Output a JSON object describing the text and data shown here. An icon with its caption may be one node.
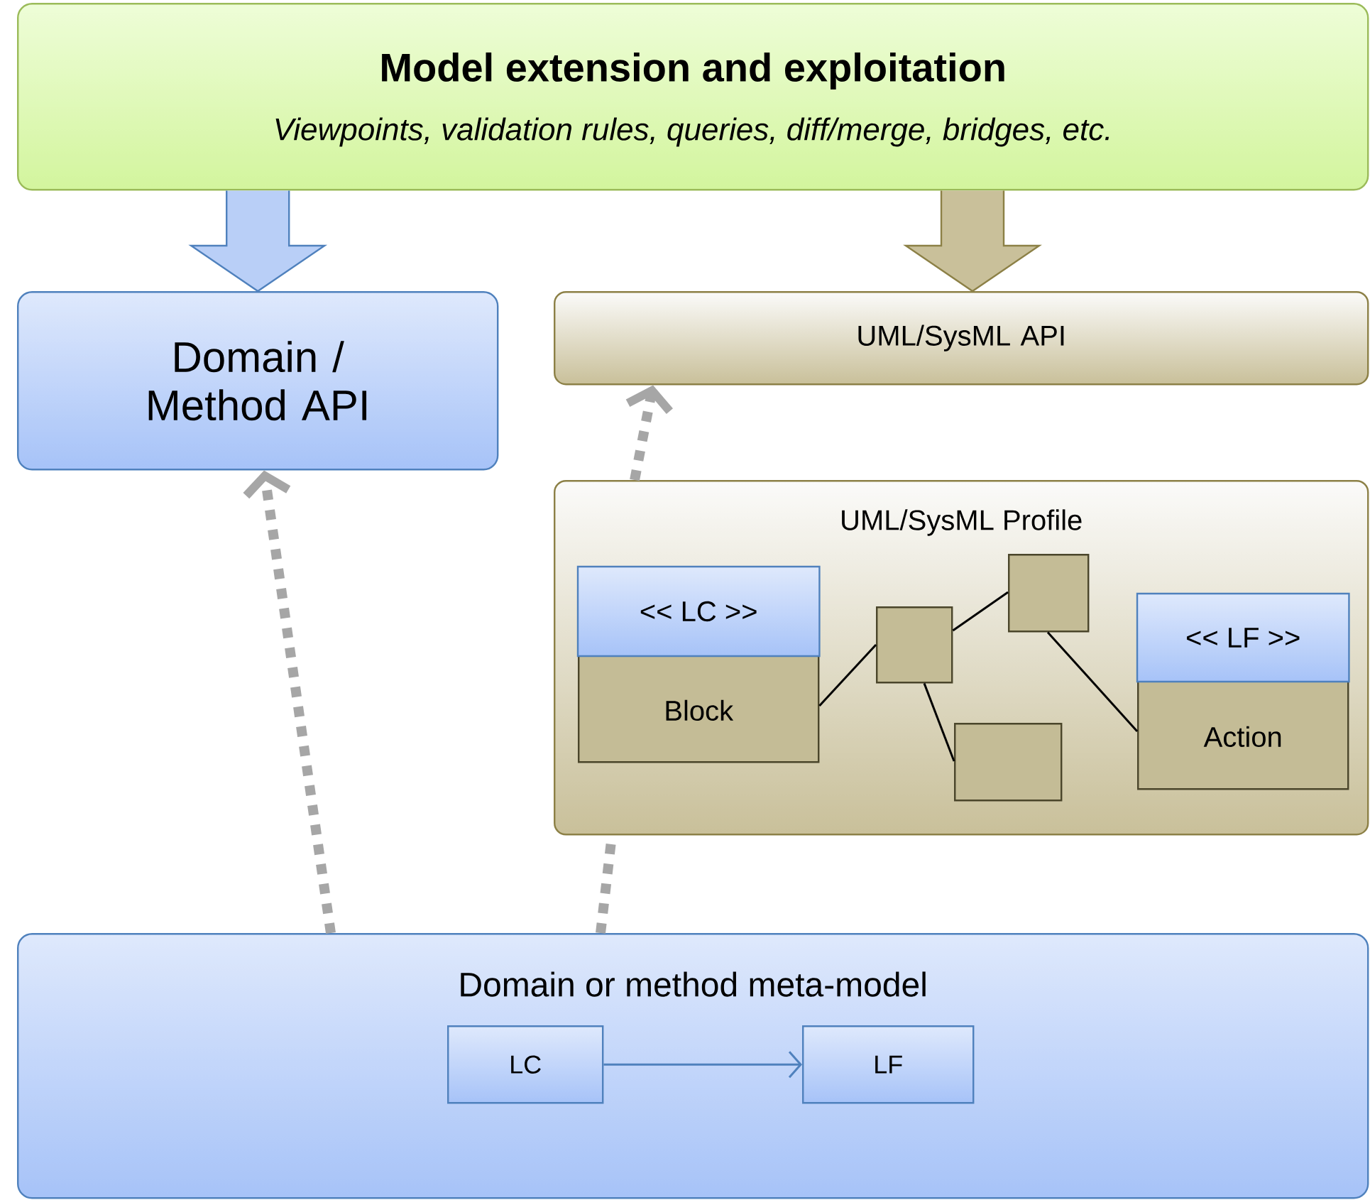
{
  "diagram": {
    "nodes": [
      {
        "text": [
          "Model extension and exploitation",
          "Viewpoints, validation rules, queries, diff/merge, bridges, etc."
        ]
      },
      {
        "text": [
          "Domain / Method API"
        ]
      },
      {
        "text": [
          "UML/SysML API"
        ]
      },
      {
        "text": [
          "UML/SysML Profile"
        ]
      },
      {
        "text": [
          "<< LC >>",
          "Block"
        ],
        "in": 3
      },
      {
        "text": [],
        "shape": "box",
        "in": 3
      },
      {
        "text": [],
        "shape": "box",
        "in": 3
      },
      {
        "text": [],
        "shape": "box",
        "in": 3
      },
      {
        "text": [
          "<< LF >>",
          "Action"
        ],
        "in": 3
      },
      {
        "text": [
          "Domain or method meta-model"
        ]
      },
      {
        "text": [
          "LC"
        ],
        "in": 9
      },
      {
        "text": [
          "LF"
        ],
        "in": 9
      }
    ],
    "edges": [
      {
        "from": 0,
        "to": 1,
        "arrow": "to",
        "style": "thick",
        "color": "#b9cff7"
      },
      {
        "from": 0,
        "to": 2,
        "arrow": "to",
        "style": "thick",
        "color": "#c9c09a"
      },
      {
        "from": 9,
        "to": 1,
        "arrow": "to",
        "style": "dashed",
        "color": "#a6a6a6"
      },
      {
        "from": 3,
        "to": 2,
        "arrow": "to",
        "style": "dashed",
        "color": "#a6a6a6"
      },
      {
        "from": 9,
        "to": 3,
        "arrow": "none",
        "style": "dashed",
        "color": "#a6a6a6"
      },
      {
        "from": 4,
        "to": 5,
        "arrow": "none"
      },
      {
        "from": 5,
        "to": 7,
        "arrow": "none"
      },
      {
        "from": 5,
        "to": 6,
        "arrow": "none"
      },
      {
        "from": 7,
        "to": 8,
        "arrow": "none"
      },
      {
        "from": 10,
        "to": 11,
        "arrow": "to",
        "color": "#4f81bd"
      }
    ]
  }
}
